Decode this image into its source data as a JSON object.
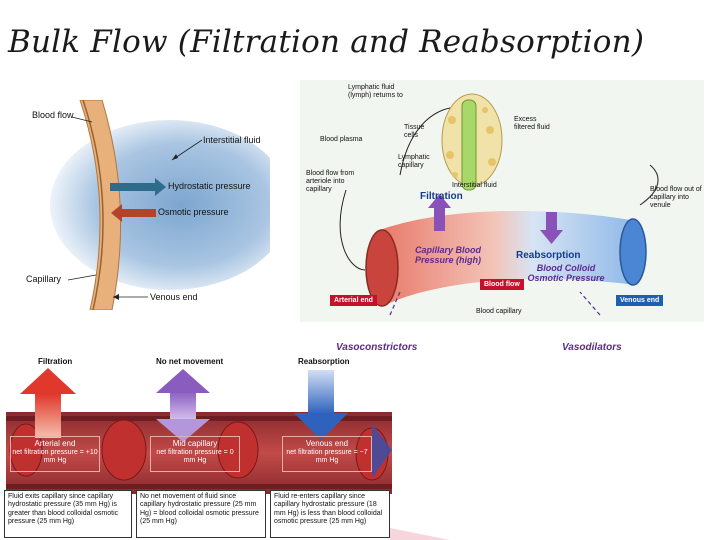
{
  "title": "Bulk Flow (Filtration and Reabsorption)",
  "left_panel": {
    "blood_flow": "Blood flow",
    "interstitial_fluid": "Interstitial fluid",
    "hydrostatic_pressure": "Hydrostatic pressure",
    "osmotic_pressure": "Osmotic pressure",
    "capillary": "Capillary",
    "venous_end": "Venous end"
  },
  "right_panel": {
    "lymphatic_fluid": "Lymphatic fluid (lymph) returns to",
    "excess_filtered_fluid": "Excess filtered fluid",
    "tissue_cells": "Tissue cells",
    "blood_plasma": "Blood plasma",
    "lymphatic_capillary": "Lymphatic capillary",
    "interstitial_fluid": "Interstitial fluid",
    "blood_flow_from_arteriole": "Blood flow from arteriole into capillary",
    "blood_flow_out": "Blood flow out of capillary into venule",
    "filtration": "Filtration",
    "reabsorption": "Reabsorption",
    "capillary_blood_pressure": "Capillary Blood Pressure (high)",
    "blood_colloid_osmotic_pressure": "Blood Colloid Osmotic Pressure",
    "blood_flow": "Blood flow",
    "arterial_end": "Arterial end",
    "venous_end": "Venous end",
    "blood_capillary": "Blood capillary",
    "vasoconstrictors": "Vasoconstrictors",
    "vasodilators": "Vasodilators"
  },
  "bottom_panel": {
    "filtration": "Filtration",
    "no_net_movement": "No net movement",
    "reabsorption": "Reabsorption",
    "arterial_end": "Arterial end",
    "arterial_net": "net filtration pressure = +10 mm Hg",
    "mid_capillary": "Mid capillary",
    "mid_net": "net filtration pressure = 0 mm Hg",
    "venous_end": "Venous end",
    "venous_net": "net filtration pressure = −7 mm Hg",
    "box1": "Fluid exits capillary since capillary hydrostatic pressure (35 mm Hg) is greater than blood colloidal osmotic pressure (25 mm Hg)",
    "box2": "No net movement of fluid since capillary hydrostatic pressure (25 mm Hg) = blood colloidal osmotic pressure (25 mm Hg)",
    "box3": "Fluid re-enters capillary since capillary hydrostatic pressure (18 mm Hg) is less than blood colloidal osmotic pressure (25 mm Hg)"
  },
  "colors": {
    "capillary_wall": "#e8b07a",
    "fluid_blue": "#8fb3d6",
    "filtration_red": "#d9342b",
    "no_net_purple": "#9467c4",
    "reabsorption_blue": "#3a6fc4",
    "label_purple": "#5b2a8f",
    "vessel_red": "#b7303a"
  },
  "icons": [
    "hydrostatic-arrow-icon",
    "osmotic-arrow-icon",
    "filtration-arrow-icon",
    "reabsorption-arrow-icon",
    "up-arrow-icon",
    "double-arrow-icon",
    "down-arrow-icon"
  ]
}
